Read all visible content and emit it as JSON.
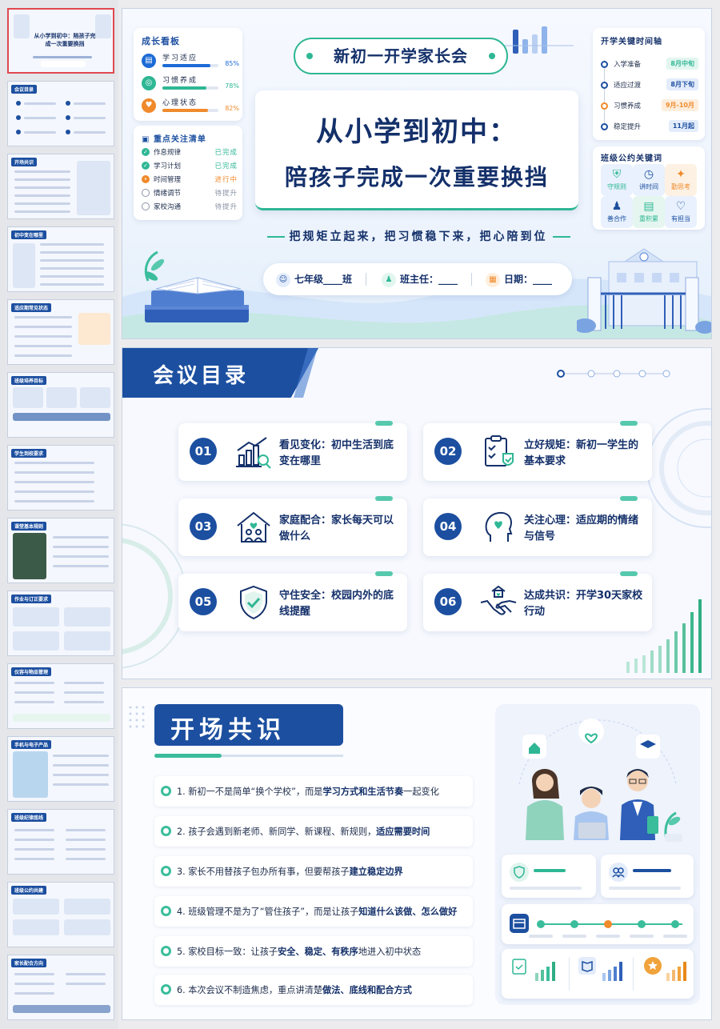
{
  "thumbnails": [
    {
      "label": "",
      "title": "从小学到初中：陪孩子完成一次重要换挡"
    },
    {
      "label": "会议目录"
    },
    {
      "label": "开场共识"
    },
    {
      "label": "初中变在哪里"
    },
    {
      "label": "适应期常见状态"
    },
    {
      "label": "班级培养目标"
    },
    {
      "label": "学生到校要求"
    },
    {
      "label": "课堂基本规则"
    },
    {
      "label": "作业与订正要求"
    },
    {
      "label": "仪容与物品管理"
    },
    {
      "label": "手机与电子产品"
    },
    {
      "label": "班级纪律底线"
    },
    {
      "label": "班级公约共建"
    },
    {
      "label": "家长配合方向"
    }
  ],
  "slide1": {
    "meeting_name": "新初一开学家长会",
    "title_line1": "从小学到初中：",
    "title_line2": "陪孩子完成一次重要换挡",
    "slogan": "把规矩立起来，把习惯稳下来，把心陪到位",
    "info": {
      "grade": "七年级____班",
      "teacher": "班主任：____",
      "date": "日期：____"
    },
    "growth_board": {
      "title": "成长看板",
      "metrics": [
        {
          "label": "学习适应",
          "value": "85%",
          "percent": 85,
          "color": "#1c6bd6"
        },
        {
          "label": "习惯养成",
          "value": "78%",
          "percent": 78,
          "color": "#2fb795"
        },
        {
          "label": "心理状态",
          "value": "82%",
          "percent": 82,
          "color": "#f08a2b"
        }
      ]
    },
    "focus_list": {
      "title": "重点关注清单",
      "items": [
        {
          "label": "作息规律",
          "status": "已完成",
          "color": "#2fb795"
        },
        {
          "label": "学习计划",
          "status": "已完成",
          "color": "#2fb795"
        },
        {
          "label": "时间管理",
          "status": "进行中",
          "color": "#f08a2b"
        },
        {
          "label": "情绪调节",
          "status": "待提升",
          "color": "#8a93a6"
        },
        {
          "label": "家校沟通",
          "status": "待提升",
          "color": "#8a93a6"
        }
      ]
    },
    "timeline": {
      "title": "开学关键时间轴",
      "items": [
        {
          "label": "入学准备",
          "date": "8月中旬",
          "color": "#2fb795",
          "bg": "#e1f6ef"
        },
        {
          "label": "适应过渡",
          "date": "8月下旬",
          "color": "#1c4fa0",
          "bg": "#e3ecfb"
        },
        {
          "label": "习惯养成",
          "date": "9月-10月",
          "color": "#f08a2b",
          "bg": "#fdeedd"
        },
        {
          "label": "稳定提升",
          "date": "11月起",
          "color": "#1c4fa0",
          "bg": "#e3ecfb"
        }
      ]
    },
    "keywords": {
      "title": "班级公约关键词",
      "items": [
        {
          "label": "守规则",
          "icon": "shield-icon",
          "glyph": "⛨",
          "color": "#2fb795"
        },
        {
          "label": "讲时间",
          "icon": "clock-icon",
          "glyph": "◷",
          "color": "#1c4fa0"
        },
        {
          "label": "勤思考",
          "icon": "bulb-icon",
          "glyph": "✦",
          "color": "#f08a2b"
        },
        {
          "label": "善合作",
          "icon": "people-icon",
          "glyph": "♟",
          "color": "#1c4fa0"
        },
        {
          "label": "重积累",
          "icon": "books-icon",
          "glyph": "▤",
          "color": "#2fb795"
        },
        {
          "label": "有担当",
          "icon": "heart-icon",
          "glyph": "♡",
          "color": "#1c4fa0"
        }
      ]
    }
  },
  "slide2": {
    "title": "会议目录",
    "items": [
      {
        "num": "01",
        "text": "看见变化：初中生活到底变在哪里",
        "icon": "growth-chart-icon"
      },
      {
        "num": "02",
        "text": "立好规矩：新初一学生的基本要求",
        "icon": "clipboard-check-icon"
      },
      {
        "num": "03",
        "text": "家庭配合：家长每天可以做什么",
        "icon": "family-house-icon"
      },
      {
        "num": "04",
        "text": "关注心理：适应期的情绪与信号",
        "icon": "mind-heart-icon"
      },
      {
        "num": "05",
        "text": "守住安全：校园内外的底线提醒",
        "icon": "shield-check-icon"
      },
      {
        "num": "06",
        "text": "达成共识：开学30天家校行动",
        "icon": "handshake-icon"
      }
    ]
  },
  "slide3": {
    "title": "开场共识",
    "points": [
      {
        "pre": "1. 新初一不是简单“换个学校”，而是",
        "bold": "学习方式和生活节奏",
        "post": "一起变化"
      },
      {
        "pre": "2. 孩子会遇到新老师、新同学、新课程、新规则，",
        "bold": "适应需要时间",
        "post": ""
      },
      {
        "pre": "3. 家长不用替孩子包办所有事，但要帮孩子",
        "bold": "建立稳定边界",
        "post": ""
      },
      {
        "pre": "4. 班级管理不是为了“管住孩子”，而是让孩子",
        "bold": "知道什么该做、怎么做好",
        "post": ""
      },
      {
        "pre": "5. 家校目标一致：让孩子",
        "bold": "安全、稳定、有秩序",
        "post": "地进入初中状态"
      },
      {
        "pre": "6. 本次会议不制造焦虑，重点讲清楚",
        "bold": "做法、底线和配合方式",
        "post": ""
      }
    ]
  }
}
